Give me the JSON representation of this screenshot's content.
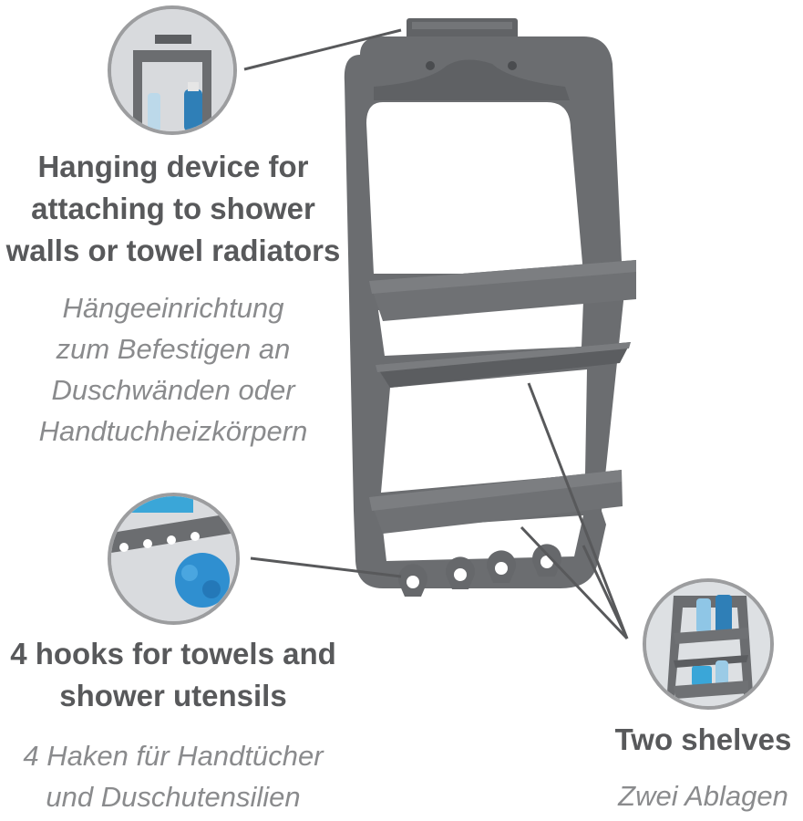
{
  "annotations": {
    "hanging": {
      "en": [
        "Hanging device for",
        "attaching to shower",
        "walls or towel radiators"
      ],
      "de": [
        "Hängeeinrichtung",
        "zum Befestigen an",
        "Duschwänden oder",
        "Handtuchheizkörpern"
      ]
    },
    "hooks": {
      "en": [
        "4 hooks for towels and",
        "shower utensils"
      ],
      "de": [
        "4 Haken für Handtücher",
        "und Duschutensilien"
      ]
    },
    "shelves": {
      "en": [
        "Two shelves"
      ],
      "de": [
        "Zwei Ablagen"
      ]
    }
  },
  "colors": {
    "product": "#6b6d70",
    "product_dark": "#55575a",
    "title_text": "#58595b",
    "subtitle_text": "#8a8b8d",
    "leader_line": "#58595b",
    "towel": "#2f8fd0"
  }
}
